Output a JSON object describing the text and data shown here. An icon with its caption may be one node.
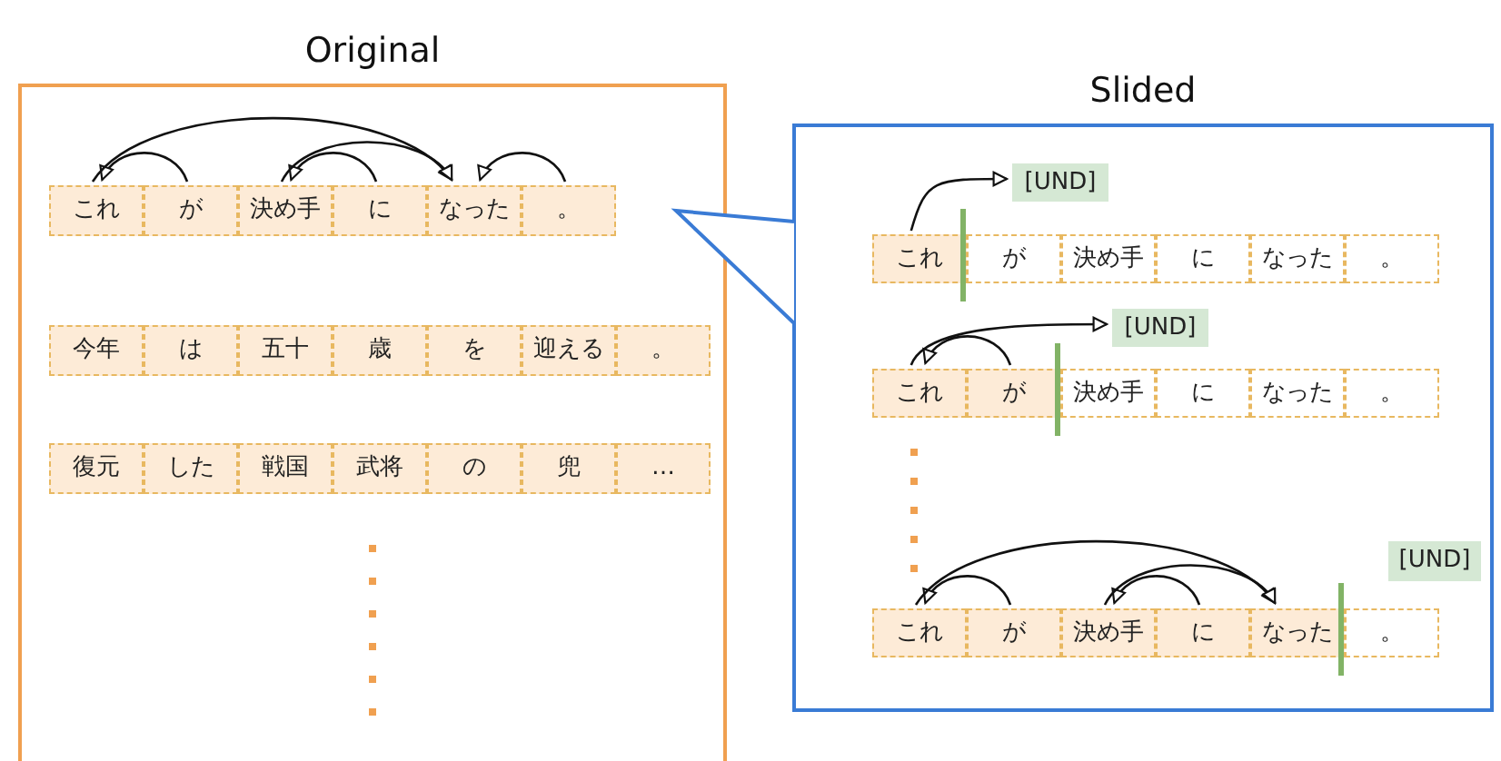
{
  "diagram": {
    "nodes": [
      {
        "text": [
          "Original"
        ]
      },
      {
        "text": [
          "これ"
        ],
        "in": 0
      },
      {
        "text": [
          "が"
        ],
        "in": 0
      },
      {
        "text": [
          "決め手"
        ],
        "in": 0
      },
      {
        "text": [
          "に"
        ],
        "in": 0
      },
      {
        "text": [
          "なった"
        ],
        "in": 0
      },
      {
        "text": [
          "。"
        ],
        "in": 0
      },
      {
        "text": [
          "今年"
        ],
        "in": 0
      },
      {
        "text": [
          "は"
        ],
        "in": 0
      },
      {
        "text": [
          "五十"
        ],
        "in": 0
      },
      {
        "text": [
          "歳"
        ],
        "in": 0
      },
      {
        "text": [
          "を"
        ],
        "in": 0
      },
      {
        "text": [
          "迎える"
        ],
        "in": 0
      },
      {
        "text": [
          "。"
        ],
        "in": 0
      },
      {
        "text": [
          "復元"
        ],
        "in": 0
      },
      {
        "text": [
          "した"
        ],
        "in": 0
      },
      {
        "text": [
          "戦国"
        ],
        "in": 0
      },
      {
        "text": [
          "武将"
        ],
        "in": 0
      },
      {
        "text": [
          "の"
        ],
        "in": 0
      },
      {
        "text": [
          "兜"
        ],
        "in": 0
      },
      {
        "text": [
          "…"
        ],
        "in": 0
      },
      {
        "text": [
          "Slided"
        ]
      },
      {
        "text": [
          "これ"
        ],
        "in": 21
      },
      {
        "text": [
          "が"
        ],
        "in": 21
      },
      {
        "text": [
          "決め手"
        ],
        "in": 21
      },
      {
        "text": [
          "に"
        ],
        "in": 21
      },
      {
        "text": [
          "なった"
        ],
        "in": 21
      },
      {
        "text": [
          "。"
        ],
        "in": 21
      },
      {
        "text": [
          "[UND]"
        ],
        "in": 21
      },
      {
        "text": [
          "これ"
        ],
        "in": 21
      },
      {
        "text": [
          "が"
        ],
        "in": 21
      },
      {
        "text": [
          "決め手"
        ],
        "in": 21
      },
      {
        "text": [
          "に"
        ],
        "in": 21
      },
      {
        "text": [
          "なった"
        ],
        "in": 21
      },
      {
        "text": [
          "。"
        ],
        "in": 21
      },
      {
        "text": [
          "[UND]"
        ],
        "in": 21
      },
      {
        "text": [
          "これ"
        ],
        "in": 21
      },
      {
        "text": [
          "が"
        ],
        "in": 21
      },
      {
        "text": [
          "決め手"
        ],
        "in": 21
      },
      {
        "text": [
          "に"
        ],
        "in": 21
      },
      {
        "text": [
          "なった"
        ],
        "in": 21
      },
      {
        "text": [
          "。"
        ],
        "in": 21
      },
      {
        "text": [
          "[UND]"
        ],
        "in": 21
      }
    ],
    "edges": [
      {
        "from": 2,
        "to": 1,
        "arrow": "to"
      },
      {
        "from": 1,
        "to": 5,
        "arrow": "to"
      },
      {
        "from": 4,
        "to": 3,
        "arrow": "to"
      },
      {
        "from": 3,
        "to": 5,
        "arrow": "to"
      },
      {
        "from": 6,
        "to": 5,
        "arrow": "to"
      },
      {
        "from": 22,
        "to": 28,
        "arrow": "to"
      },
      {
        "from": 29,
        "to": 35,
        "arrow": "to"
      },
      {
        "from": 30,
        "to": 29,
        "arrow": "to"
      },
      {
        "from": 37,
        "to": 36,
        "arrow": "to"
      },
      {
        "from": 36,
        "to": 40,
        "arrow": "to"
      },
      {
        "from": 39,
        "to": 38,
        "arrow": "to"
      },
      {
        "from": 38,
        "to": 40,
        "arrow": "to"
      }
    ]
  }
}
